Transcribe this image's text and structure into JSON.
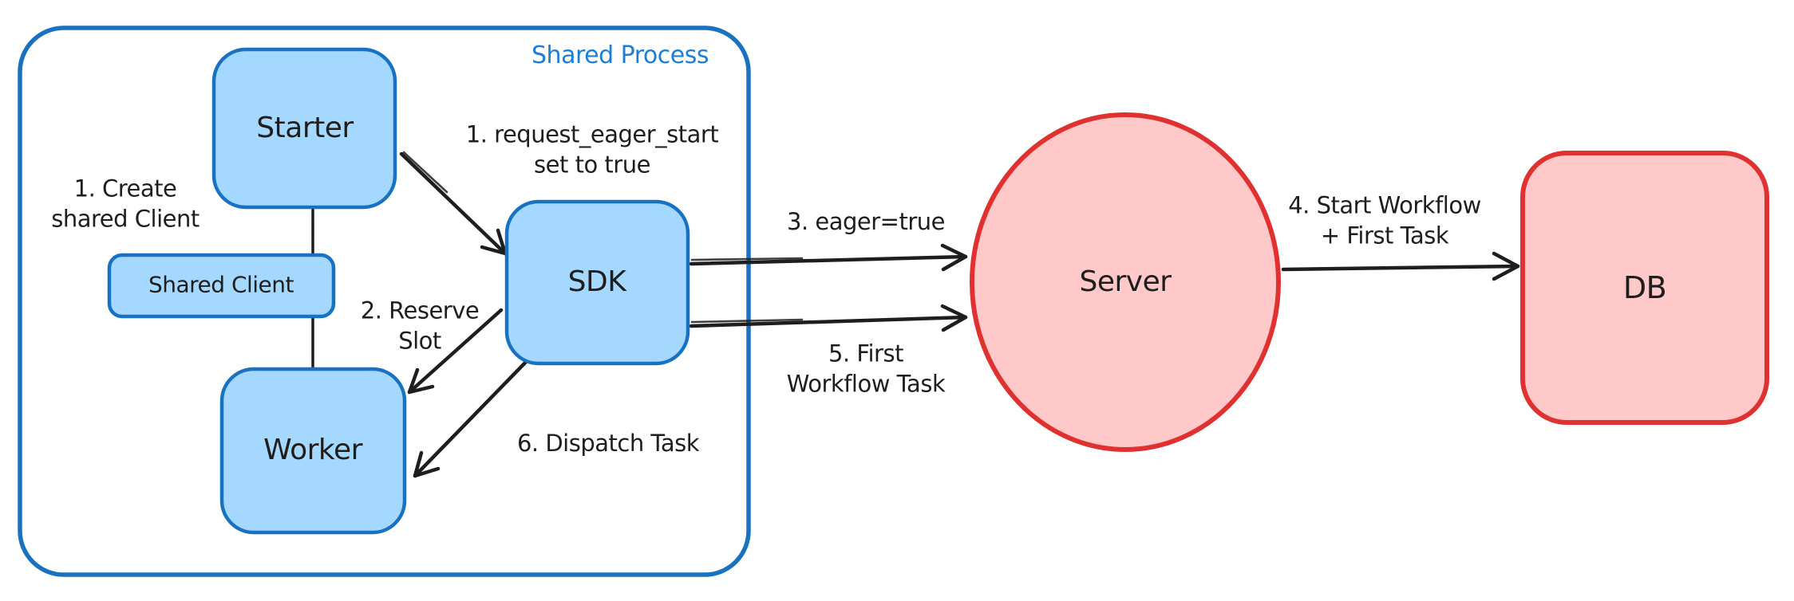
{
  "diagram": {
    "container_label": "Shared Process",
    "nodes": {
      "starter": "Starter",
      "shared_client": "Shared Client",
      "worker": "Worker",
      "sdk": "SDK",
      "server": "Server",
      "db": "DB"
    },
    "annotations": {
      "create_client": "1. Create\nshared Client",
      "request_eager": "1. request_eager_start\nset to true",
      "reserve_slot": "2. Reserve\nSlot",
      "eager_true": "3. eager=true",
      "start_workflow": "4. Start Workflow\n+ First Task",
      "first_task": "5. First\nWorkflow Task",
      "dispatch_task": "6. Dispatch Task"
    },
    "colors": {
      "blue_stroke": "#1971c2",
      "blue_fill": "#a5d8ff",
      "red_stroke": "#e03131",
      "red_fill": "#ffc9c9",
      "ink": "#1e1e1e",
      "label_blue": "#1c7ed6"
    }
  }
}
